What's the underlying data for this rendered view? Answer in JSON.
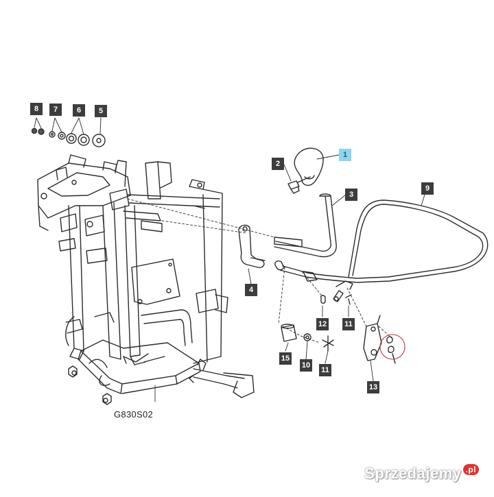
{
  "diagram": {
    "drawing_code": "G830S02",
    "callouts": [
      {
        "id": "1",
        "highlight": true
      },
      {
        "id": "2"
      },
      {
        "id": "3"
      },
      {
        "id": "4"
      },
      {
        "id": "5"
      },
      {
        "id": "6"
      },
      {
        "id": "7"
      },
      {
        "id": "8"
      },
      {
        "id": "9"
      },
      {
        "id": "10"
      },
      {
        "id": "11"
      },
      {
        "id": "11"
      },
      {
        "id": "12"
      },
      {
        "id": "13"
      },
      {
        "id": "15"
      }
    ]
  },
  "watermark": {
    "text": "Sprzedajemy",
    "tld": ".pl"
  },
  "colors": {
    "line": "#2b2b2b",
    "callout_bg": "#3d3d3d",
    "callout_highlight": "#8fd3ee",
    "ring": "#c0303a"
  }
}
